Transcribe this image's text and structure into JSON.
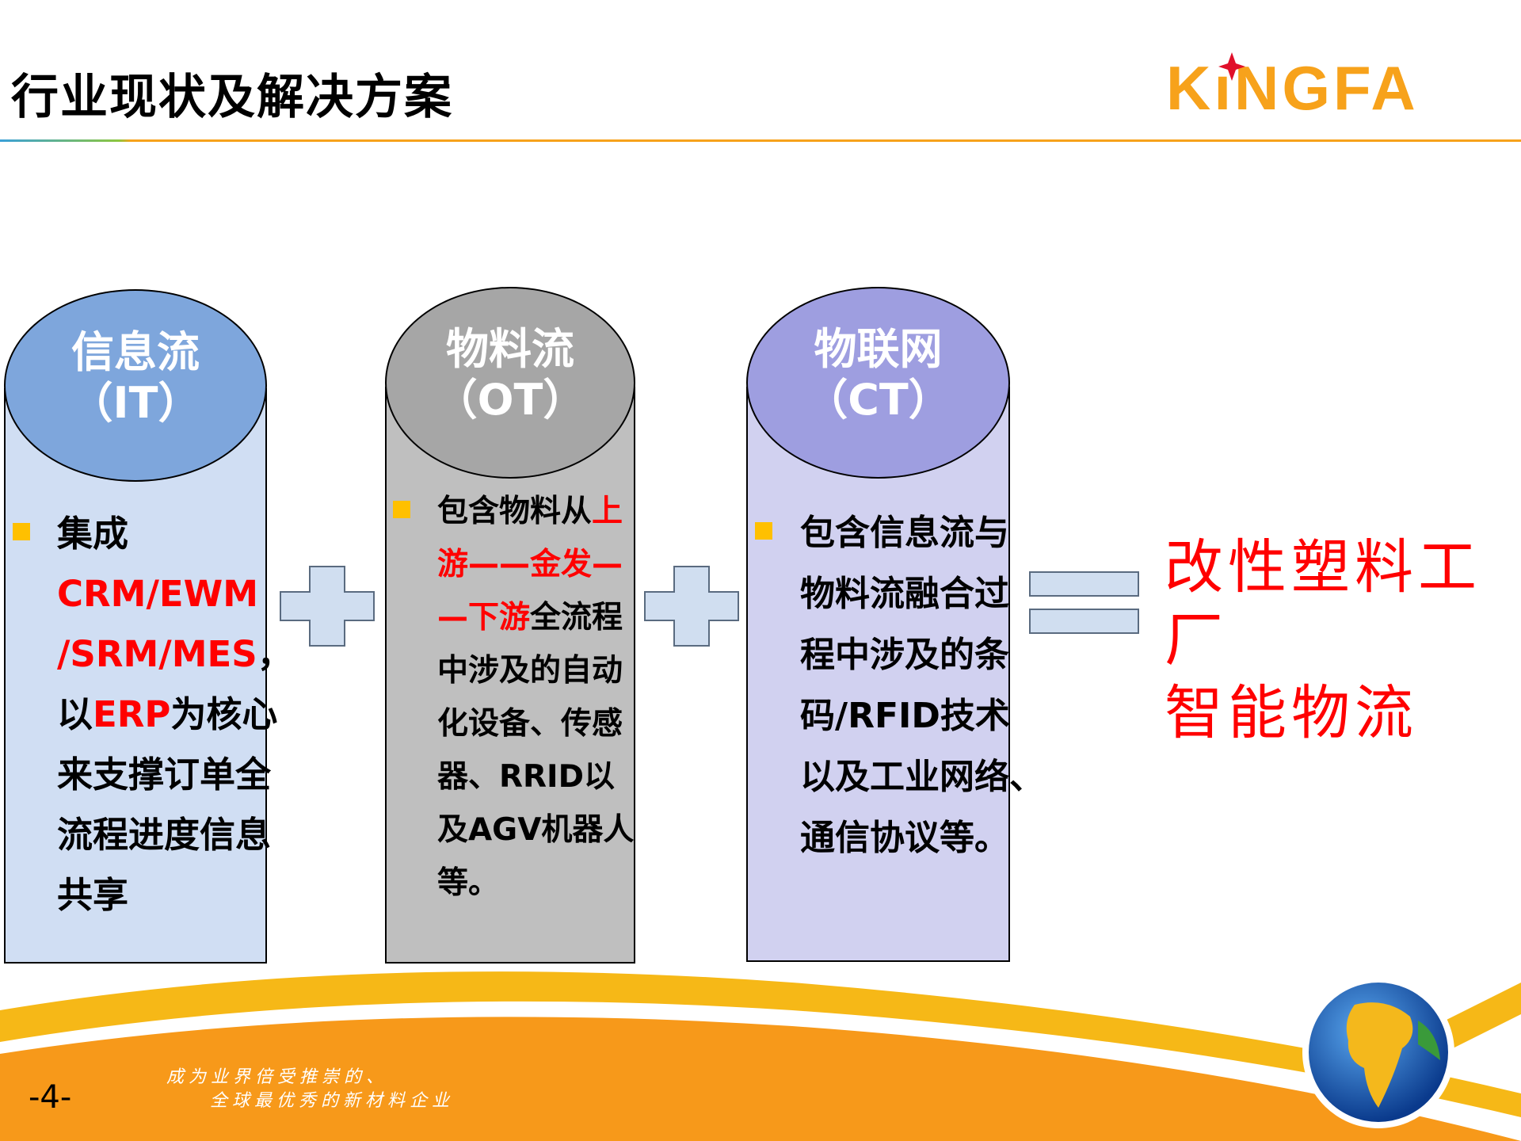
{
  "header": {
    "title": "行业现状及解决方案",
    "logo_text": "KINGFA"
  },
  "columns": [
    {
      "title": "信息流",
      "subtitle": "（IT）",
      "color": "#7ea6dc",
      "body_color": "#d0def3",
      "lines": [
        [
          {
            "t": "集成",
            "red": false
          }
        ],
        [
          {
            "t": "CRM/EWM",
            "red": true
          }
        ],
        [
          {
            "t": "/SRM/MES",
            "red": true
          },
          {
            "t": "，",
            "red": false
          }
        ],
        [
          {
            "t": "以",
            "red": false
          },
          {
            "t": "ERP",
            "red": true
          },
          {
            "t": "为核心",
            "red": false
          }
        ],
        [
          {
            "t": "来支撑订单全",
            "red": false
          }
        ],
        [
          {
            "t": "流程进度信息",
            "red": false
          }
        ],
        [
          {
            "t": "共享",
            "red": false
          }
        ]
      ]
    },
    {
      "title": "物料流",
      "subtitle": "（OT）",
      "color": "#a6a6a6",
      "body_color": "#bfbfbf",
      "lines": [
        [
          {
            "t": "包含物料从",
            "red": false
          },
          {
            "t": "上",
            "red": true
          }
        ],
        [
          {
            "t": "游——金发—",
            "red": true
          }
        ],
        [
          {
            "t": "—下游",
            "red": true
          },
          {
            "t": "全流程",
            "red": false
          }
        ],
        [
          {
            "t": "中涉及的自动",
            "red": false
          }
        ],
        [
          {
            "t": "化设备、传感",
            "red": false
          }
        ],
        [
          {
            "t": "器、RRID以",
            "red": false
          }
        ],
        [
          {
            "t": "及AGV机器人",
            "red": false
          }
        ],
        [
          {
            "t": "等。",
            "red": false
          }
        ]
      ]
    },
    {
      "title": "物联网",
      "subtitle": "（CT）",
      "color": "#9e9ee0",
      "body_color": "#d1d1f0",
      "lines": [
        [
          {
            "t": "包含信息流与",
            "red": false
          }
        ],
        [
          {
            "t": "物料流融合过",
            "red": false
          }
        ],
        [
          {
            "t": "程中涉及的条",
            "red": false
          }
        ],
        [
          {
            "t": "码/RFID技术",
            "red": false
          }
        ],
        [
          {
            "t": "以及工业网络、",
            "red": false
          }
        ],
        [
          {
            "t": "通信协议等。",
            "red": false
          }
        ]
      ]
    }
  ],
  "result": {
    "line1": "改性塑料工厂",
    "line2": "智能物流"
  },
  "footer": {
    "page_number": "-4-",
    "slogan_line1": "成为业界倍受推崇的、",
    "slogan_line2": "全球最优秀的新材料企业"
  },
  "colors": {
    "accent": "#f7a21b",
    "red": "#ff0000",
    "bullet": "#ffc000"
  }
}
